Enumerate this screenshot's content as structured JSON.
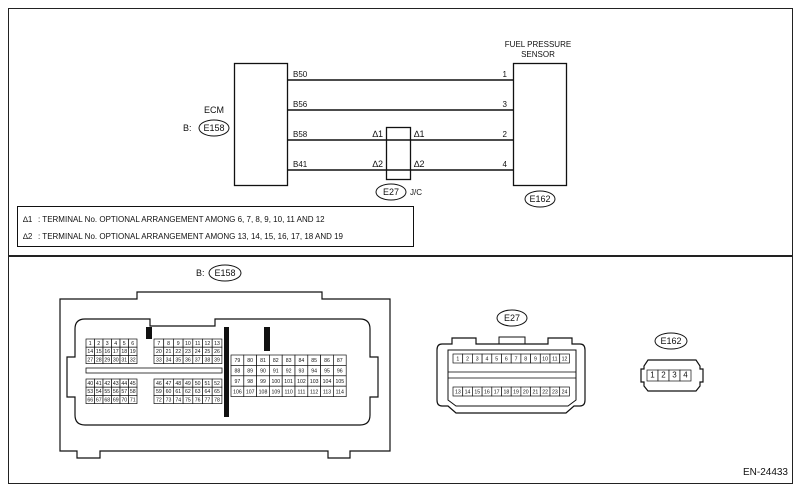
{
  "diagram": {
    "title_upper": "FUEL PRESSURE",
    "title_lower": "SENSOR",
    "ecm_label": "ECM",
    "ecm_prefix": "B:",
    "ecm_connector": "E158",
    "sensor_connector": "E162",
    "jc_connector": "E27",
    "jc_label": "J/C",
    "wires": [
      {
        "ecm_pin": "B50",
        "sensor_pin": "1"
      },
      {
        "ecm_pin": "B56",
        "sensor_pin": "3"
      },
      {
        "ecm_pin": "B58",
        "sensor_pin": "2",
        "mark": "∆1"
      },
      {
        "ecm_pin": "B41",
        "sensor_pin": "4",
        "mark": "∆2"
      }
    ],
    "mark1": "∆1",
    "mark2": "∆2",
    "notes": [
      {
        "mark": "∆1",
        "text": ": TERMINAL No. OPTIONAL ARRANGEMENT AMONG 6, 7, 8, 9, 10, 11 AND 12"
      },
      {
        "mark": "∆2",
        "text": ": TERMINAL No. OPTIONAL ARRANGEMENT AMONG 13, 14, 15, 16, 17, 18 AND 19"
      }
    ]
  },
  "connectors": {
    "e158_prefix": "B:",
    "e158_label": "E158",
    "e27_label": "E27",
    "e162_label": "E162",
    "e158": {
      "block_a": [
        [
          "1",
          "2",
          "3",
          "4",
          "5",
          "6"
        ],
        [
          "14",
          "15",
          "16",
          "17",
          "18",
          "19"
        ],
        [
          "27",
          "28",
          "29",
          "30",
          "31",
          "32"
        ]
      ],
      "block_b": [
        [
          "7",
          "8",
          "9",
          "10",
          "11",
          "12",
          "13"
        ],
        [
          "20",
          "21",
          "22",
          "23",
          "24",
          "25",
          "26"
        ],
        [
          "33",
          "34",
          "35",
          "36",
          "37",
          "38",
          "39"
        ]
      ],
      "block_c": [
        [
          "40",
          "41",
          "42",
          "43",
          "44",
          "45"
        ],
        [
          "53",
          "54",
          "55",
          "56",
          "57",
          "58"
        ],
        [
          "66",
          "67",
          "68",
          "69",
          "70",
          "71"
        ]
      ],
      "block_d": [
        [
          "46",
          "47",
          "48",
          "49",
          "50",
          "51",
          "52"
        ],
        [
          "59",
          "60",
          "61",
          "62",
          "63",
          "64",
          "65"
        ],
        [
          "72",
          "73",
          "74",
          "75",
          "76",
          "77",
          "78"
        ]
      ],
      "block_e": [
        [
          "79",
          "80",
          "81",
          "82",
          "83",
          "84",
          "85",
          "86",
          "87"
        ],
        [
          "88",
          "89",
          "90",
          "91",
          "92",
          "93",
          "94",
          "95",
          "96"
        ],
        [
          "97",
          "98",
          "99",
          "100",
          "101",
          "102",
          "103",
          "104",
          "105"
        ],
        [
          "106",
          "107",
          "108",
          "109",
          "110",
          "111",
          "112",
          "113",
          "114"
        ]
      ]
    },
    "e27": {
      "row1": [
        "1",
        "2",
        "3",
        "4",
        "5",
        "6",
        "7",
        "8",
        "9",
        "10",
        "11",
        "12"
      ],
      "row2": [
        "13",
        "14",
        "15",
        "16",
        "17",
        "18",
        "19",
        "20",
        "21",
        "22",
        "23",
        "24"
      ]
    },
    "e162": [
      "1",
      "2",
      "3",
      "4"
    ]
  },
  "footer": {
    "code": "EN-24433"
  }
}
